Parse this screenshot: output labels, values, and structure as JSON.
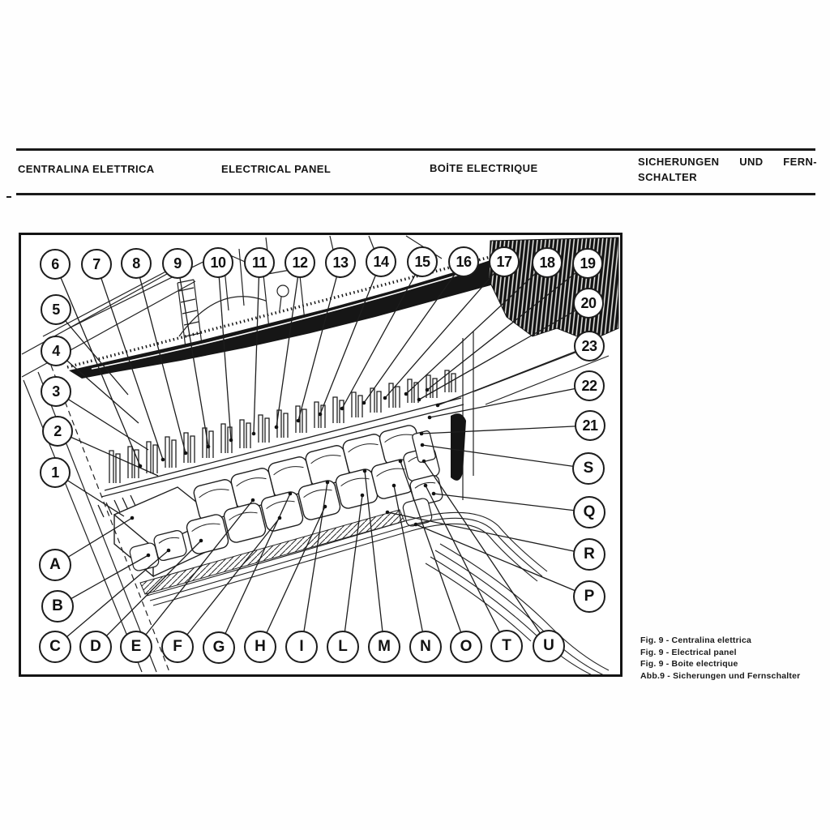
{
  "header": {
    "title_it": "CENTRALINA ELETTRICA",
    "title_en": "ELECTRICAL PANEL",
    "title_fr": "BOİTE ELECTRIQUE",
    "title_de": {
      "w1": "SICHERUNGEN",
      "w2": "UND",
      "w3": "FERN-",
      "line2": "SCHALTER"
    }
  },
  "figure": {
    "callouts": {
      "top": [
        "6",
        "7",
        "8",
        "9",
        "10",
        "11",
        "12",
        "13",
        "14",
        "15",
        "16",
        "17",
        "18",
        "19"
      ],
      "left": [
        "5",
        "4",
        "3",
        "2",
        "1"
      ],
      "right_numbers": [
        "20",
        "23",
        "22",
        "21"
      ],
      "right_letters": [
        "S",
        "Q",
        "R",
        "P"
      ],
      "left_letters": [
        "A",
        "B"
      ],
      "bottom": [
        "C",
        "D",
        "E",
        "F",
        "G",
        "H",
        "I",
        "L",
        "M",
        "N",
        "O",
        "T",
        "U"
      ]
    }
  },
  "caption": {
    "line1": "Fig. 9 - Centralina elettrica",
    "line2": "Fig. 9 - Electrical panel",
    "line3": "Fig. 9 - Boite electrique",
    "line4": "Abb.9 - Sicherungen und Fernschalter"
  }
}
